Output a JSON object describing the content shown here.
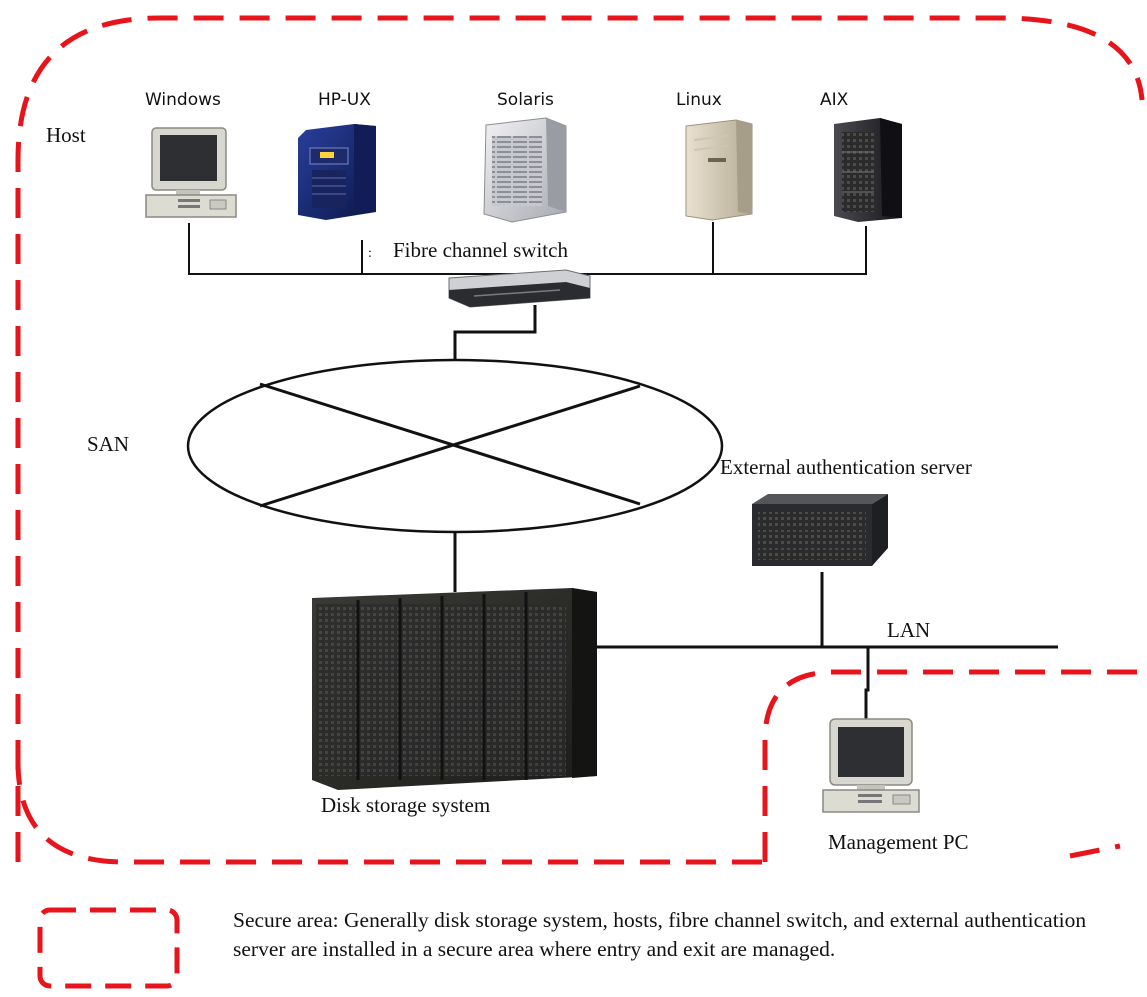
{
  "labels": {
    "host": "Host",
    "fc_switch": "Fibre channel switch",
    "san": "SAN",
    "external_auth_server": "External authentication server",
    "lan": "LAN",
    "disk_storage": "Disk storage system",
    "management_pc": "Management PC"
  },
  "hosts": [
    {
      "os": "Windows",
      "icon": "desktop-pc-icon"
    },
    {
      "os": "HP-UX",
      "icon": "server-tower-icon"
    },
    {
      "os": "Solaris",
      "icon": "server-tower-icon"
    },
    {
      "os": "Linux",
      "icon": "server-tower-icon"
    },
    {
      "os": "AIX",
      "icon": "server-tower-icon"
    }
  ],
  "legend": {
    "text": "Secure area: Generally disk storage system, hosts, fibre channel switch, and external authentication server are installed in a secure area where entry and exit are managed."
  },
  "colors": {
    "secure_area_border": "#e8141b",
    "lines": "#111111"
  }
}
